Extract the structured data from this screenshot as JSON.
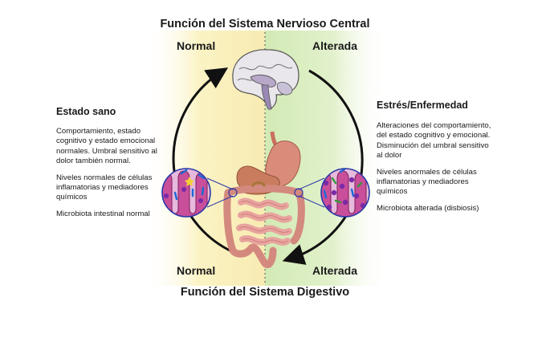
{
  "top_title": "Función del Sistema Nervioso Central",
  "bottom_title": "Función del Sistema Digestivo",
  "labels": {
    "top_left": "Normal",
    "top_right": "Alterada",
    "bottom_left": "Normal",
    "bottom_right": "Alterada"
  },
  "left_panel": {
    "heading": "Estado sano",
    "paragraphs": [
      "Comportamiento, estado cognitivo y estado emocional normales. Umbral sensitivo al dolor también normal.",
      "Niveles normales de células inflamatorias y mediadores químicos",
      "Microbiota intestinal normal"
    ]
  },
  "right_panel": {
    "heading": "Estrés/Enfermedad",
    "paragraphs": [
      "Alteraciones del comportamiento, del estado cognitivo y emocional. Disminución del umbral sensitivo al dolor",
      "Niveles anormales de células inflamatorias y mediadores químicos",
      "Microbiota alterada (disbiosis)"
    ]
  },
  "colors": {
    "left_bg": "#fbf3c4",
    "right_bg": "#dcefc0",
    "arrow": "#111111",
    "villus_bg": "#e7b9dc",
    "villus_fill": "#c94f9a",
    "microbe": "#1e6ad6",
    "cell": "#7a2aa6",
    "stomach": "#d88a78",
    "intestine": "#e9a6a2"
  }
}
